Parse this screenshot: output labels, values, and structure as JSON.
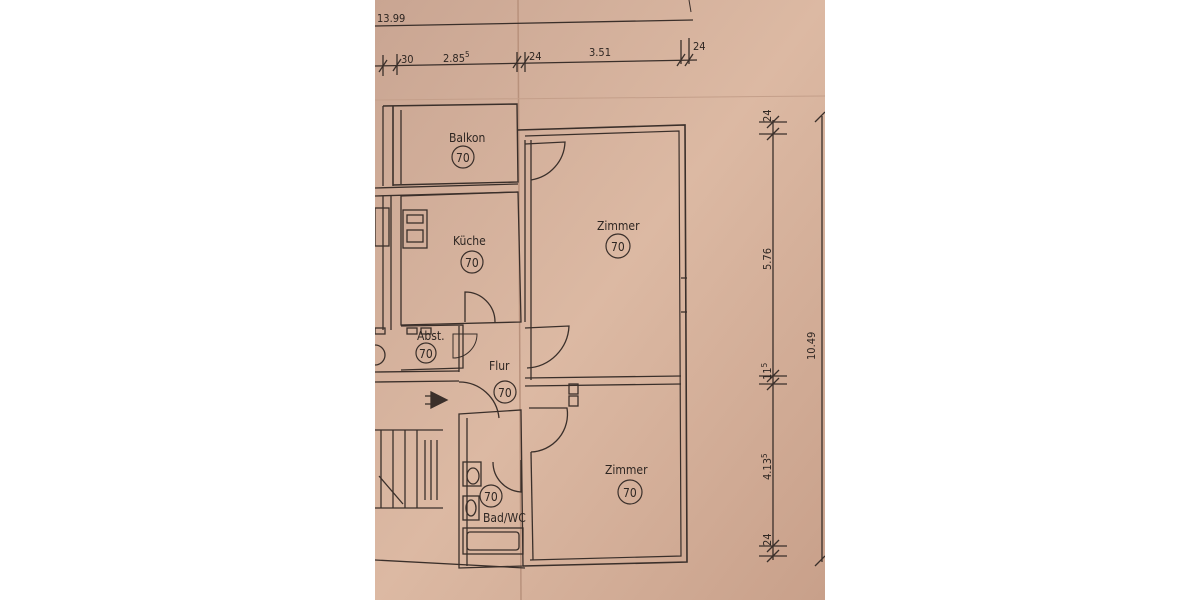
{
  "plan": {
    "paper_color": "#d9b59f",
    "ink_color": "#3a2f2a",
    "dimensions": {
      "top_total": "13.99",
      "seg_30": "30",
      "seg_285": "2.85",
      "seg_285_sup": "5",
      "seg_24a": "24",
      "seg_351": "3.51",
      "seg_24b": "24",
      "right_24_top": "24",
      "right_576": "5.76",
      "right_11": "11",
      "right_11_sup": "5",
      "right_413": "4.13",
      "right_413_sup": "5",
      "right_24_bottom": "24",
      "right_1049": "10.49"
    },
    "rooms": [
      {
        "name": "Balkon",
        "num": "70"
      },
      {
        "name": "Küche",
        "num": "70"
      },
      {
        "name": "Abst.",
        "num": "70"
      },
      {
        "name": "Flur",
        "num": "70"
      },
      {
        "name": "Zimmer",
        "num": "70"
      },
      {
        "name": "Zimmer",
        "num": "70"
      },
      {
        "name": "Bad/WC",
        "num": "70"
      }
    ]
  }
}
